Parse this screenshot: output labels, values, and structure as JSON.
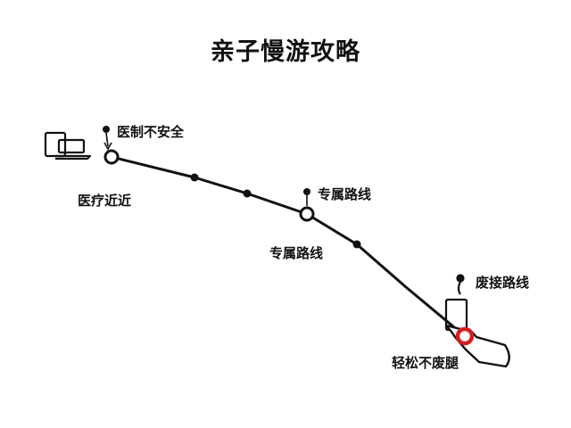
{
  "title": "亲子慢游攻略",
  "colors": {
    "line": "#111111",
    "highlight": "#d61f1f",
    "background": "#ffffff"
  },
  "icons": [
    "laptop-icon",
    "phone-icon"
  ],
  "stops": [
    {
      "callout": "医制不安全",
      "label": "医疗近近",
      "status": "normal"
    },
    {
      "callout": "专属路线",
      "label": "专属路线",
      "status": "normal"
    },
    {
      "callout": "废接路线",
      "label": "轻松不废腿",
      "status": "highlighted"
    }
  ]
}
